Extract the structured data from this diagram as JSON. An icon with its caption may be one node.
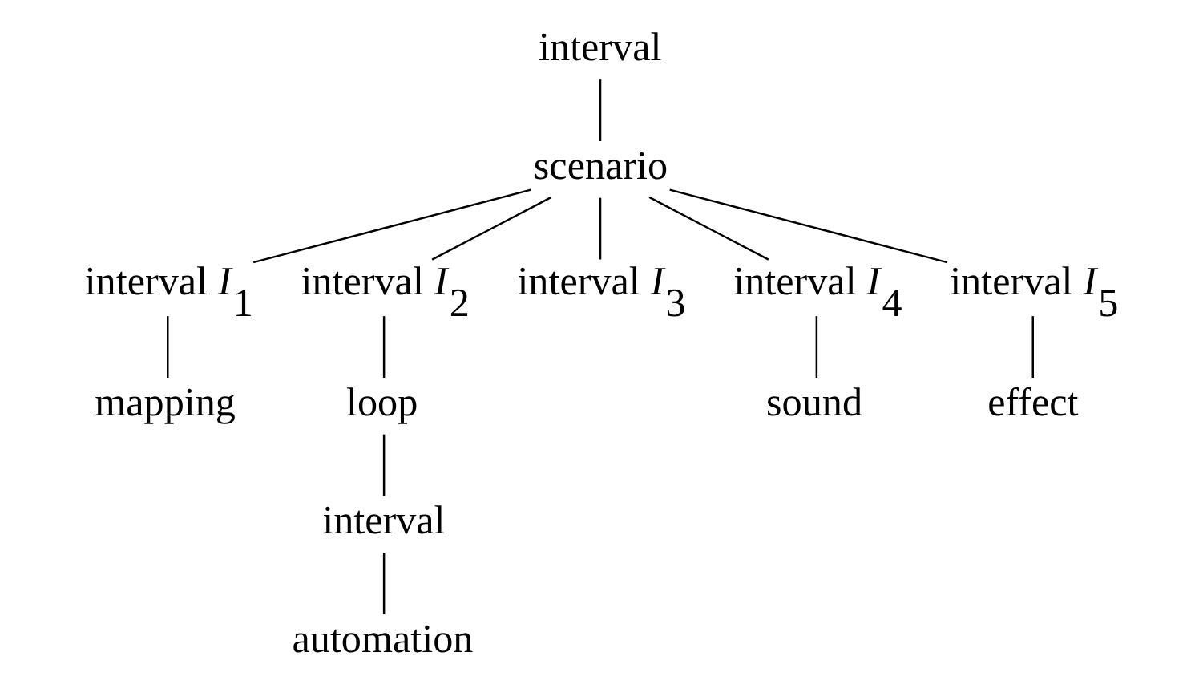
{
  "diagram": {
    "nodes": [
      {
        "text": [
          "interval"
        ]
      },
      {
        "text": [
          "scenario"
        ]
      },
      {
        "text": [
          "interval *I*$_{1}$"
        ]
      },
      {
        "text": [
          "interval *I*$_{2}$"
        ]
      },
      {
        "text": [
          "interval *I*$_{3}$"
        ]
      },
      {
        "text": [
          "interval *I*$_{4}$"
        ]
      },
      {
        "text": [
          "interval *I*$_{5}$"
        ]
      },
      {
        "text": [
          "mapping"
        ]
      },
      {
        "text": [
          "loop"
        ]
      },
      {
        "text": [
          "interval"
        ]
      },
      {
        "text": [
          "automation"
        ]
      },
      {
        "text": [
          "sound"
        ]
      },
      {
        "text": [
          "effect"
        ]
      }
    ],
    "edges": [
      {
        "from": 0,
        "to": 1,
        "arrow": "none"
      },
      {
        "from": 1,
        "to": 2,
        "arrow": "none"
      },
      {
        "from": 1,
        "to": 3,
        "arrow": "none"
      },
      {
        "from": 1,
        "to": 4,
        "arrow": "none"
      },
      {
        "from": 1,
        "to": 5,
        "arrow": "none"
      },
      {
        "from": 1,
        "to": 6,
        "arrow": "none"
      },
      {
        "from": 2,
        "to": 7,
        "arrow": "none"
      },
      {
        "from": 3,
        "to": 8,
        "arrow": "none"
      },
      {
        "from": 8,
        "to": 9,
        "arrow": "none"
      },
      {
        "from": 9,
        "to": 10,
        "arrow": "none"
      },
      {
        "from": 5,
        "to": 11,
        "arrow": "none"
      },
      {
        "from": 6,
        "to": 12,
        "arrow": "none"
      }
    ]
  }
}
